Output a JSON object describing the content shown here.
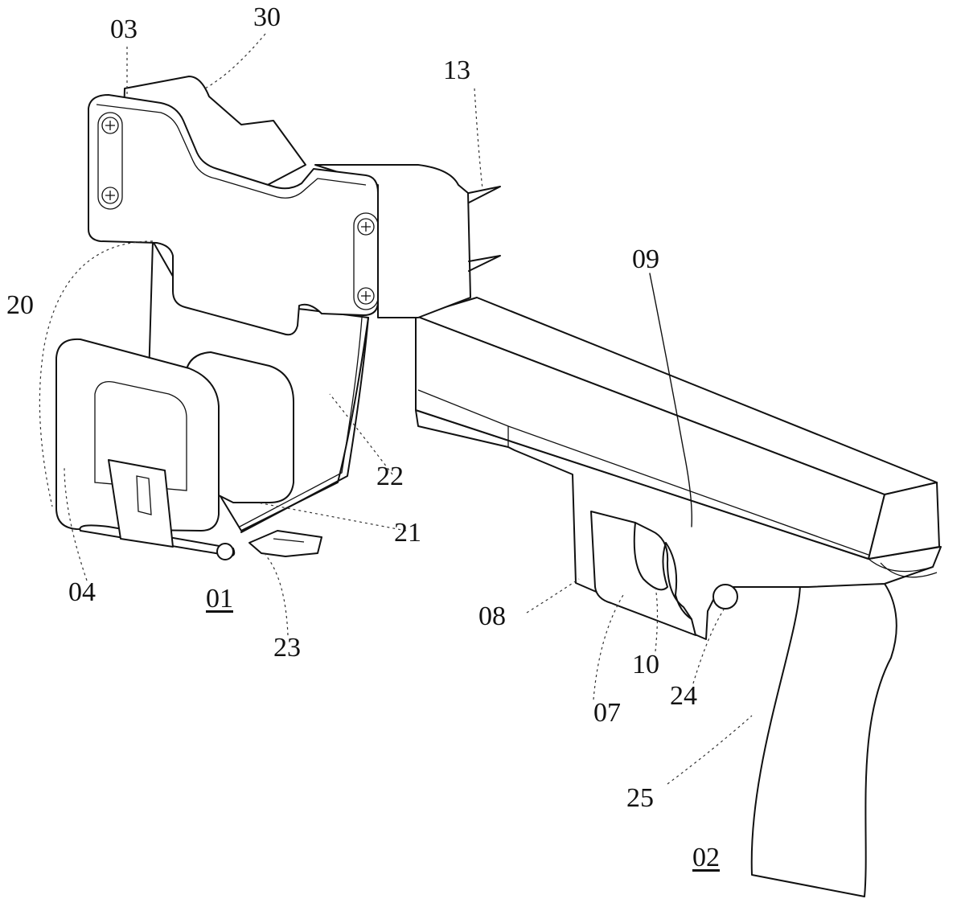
{
  "figure": {
    "labels": {
      "l03": "03",
      "l30": "30",
      "l13": "13",
      "l09": "09",
      "l20": "20",
      "l22": "22",
      "l21": "21",
      "l04": "04",
      "l01": "01",
      "l23": "23",
      "l08": "08",
      "l10": "10",
      "l07": "07",
      "l24": "24",
      "l25": "25",
      "l02": "02"
    }
  }
}
